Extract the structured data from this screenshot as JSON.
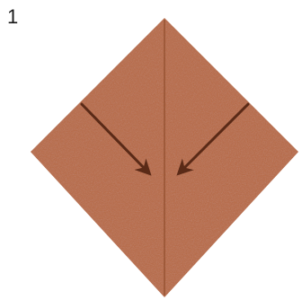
{
  "step": {
    "number": "1"
  },
  "paper": {
    "color": "#b8683f",
    "crease_color": "#8f4c2b"
  },
  "arrows": {
    "color": "#5a2a17",
    "items": [
      {
        "name": "left-fold-arrow",
        "direction": "down-right"
      },
      {
        "name": "right-fold-arrow",
        "direction": "down-left"
      }
    ]
  }
}
